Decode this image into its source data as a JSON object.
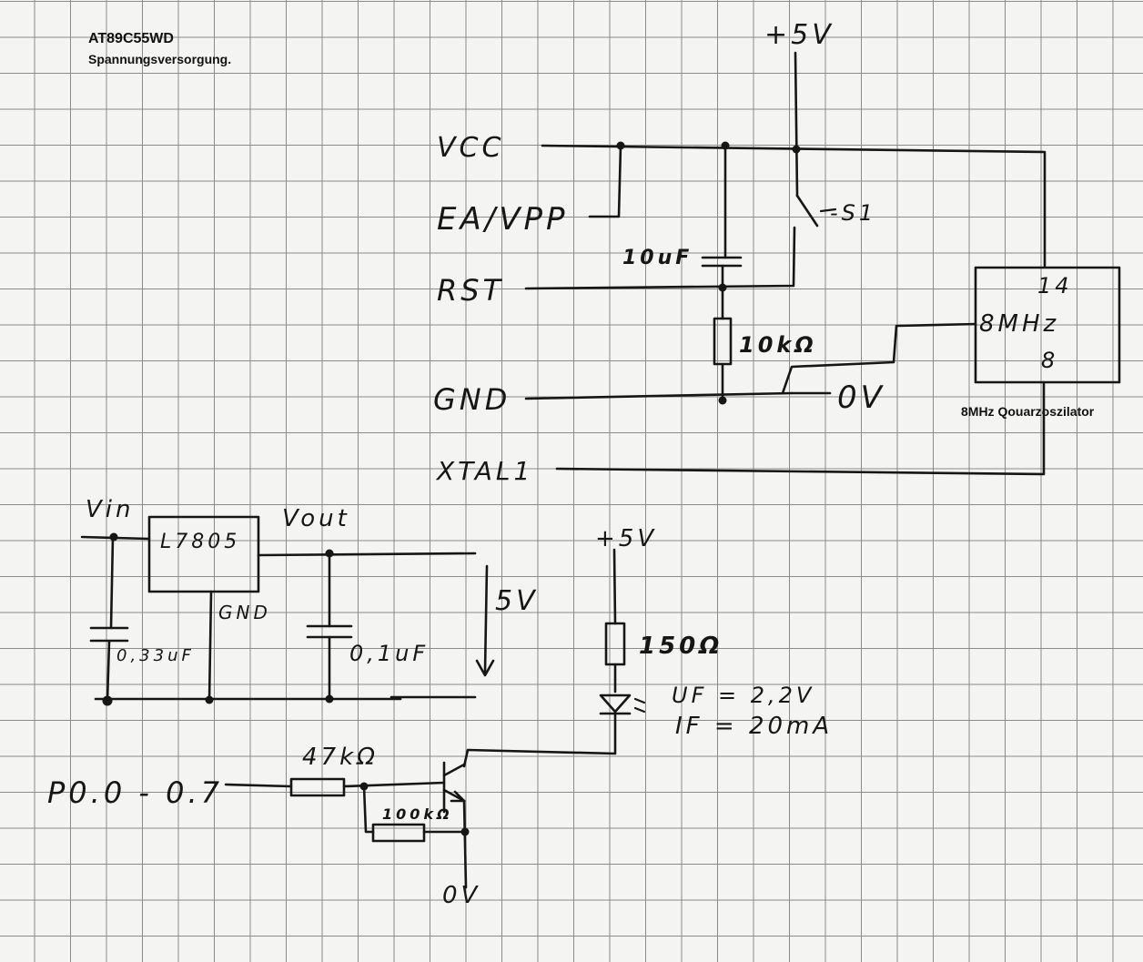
{
  "header": {
    "title": "AT89C55WD",
    "subtitle": "Spannungsversorgung."
  },
  "pins": {
    "vcc": "VCC",
    "ea_vpp": "EA/VPP",
    "rst": "RST",
    "gnd": "GND",
    "xtal1": "XTAL1"
  },
  "supply": {
    "plus5v_top": "+5V",
    "plus5v_led": "+5V",
    "zero_v_gnd": "0V",
    "zero_v_transistor": "0V"
  },
  "oscillator": {
    "pin14": "14",
    "freq": "8MHz",
    "pin8": "8",
    "caption": "8MHz Qouarzoszilator"
  },
  "components": {
    "cap_rst": "10uF",
    "res_rst": "10kΩ",
    "switch_label": "-S1",
    "regulator": "L7805",
    "vin": "Vin",
    "vout": "Vout",
    "reg_gnd": "GND",
    "cap_in": "0,33uF",
    "cap_out": "0,1uF",
    "five_v_arrow": "5V",
    "res_led": "150Ω",
    "led_uf": "UF = 2,2V",
    "led_if": "IF = 20mA",
    "res_base": "47kΩ",
    "res_pulldown": "100kΩ",
    "port": "P0.0 - 0.7"
  }
}
